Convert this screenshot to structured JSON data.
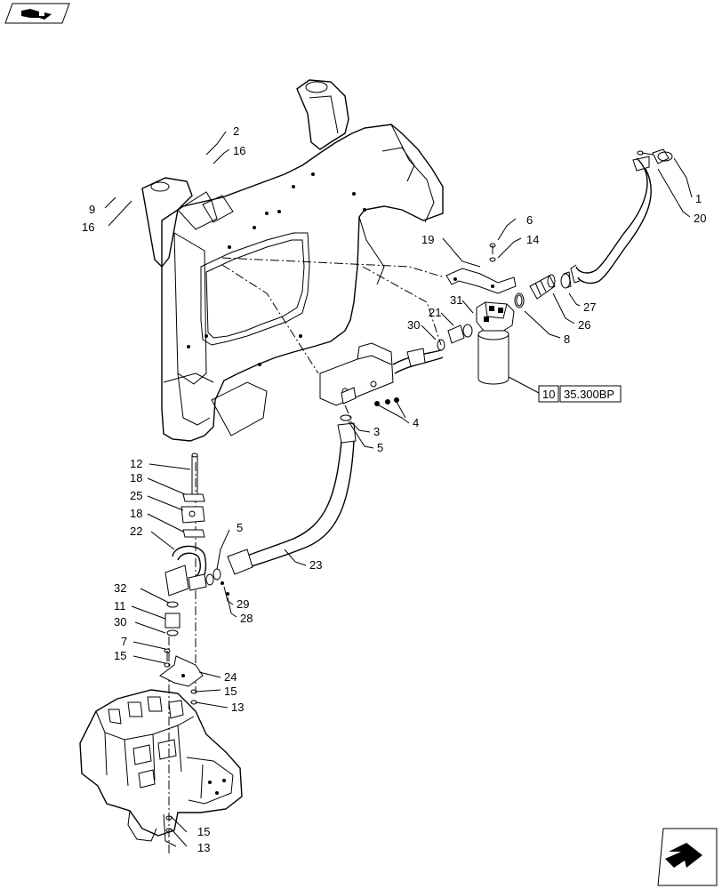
{
  "diagram": {
    "callouts": [
      {
        "id": "c1",
        "label": "1"
      },
      {
        "id": "c20",
        "label": "20"
      },
      {
        "id": "c2",
        "label": "2"
      },
      {
        "id": "c16a",
        "label": "16"
      },
      {
        "id": "c9",
        "label": "9"
      },
      {
        "id": "c16b",
        "label": "16"
      },
      {
        "id": "c6",
        "label": "6"
      },
      {
        "id": "c14",
        "label": "14"
      },
      {
        "id": "c19",
        "label": "19"
      },
      {
        "id": "c27",
        "label": "27"
      },
      {
        "id": "c26",
        "label": "26"
      },
      {
        "id": "c8",
        "label": "8"
      },
      {
        "id": "c31",
        "label": "31"
      },
      {
        "id": "c21",
        "label": "21"
      },
      {
        "id": "c30a",
        "label": "30"
      },
      {
        "id": "c3",
        "label": "3"
      },
      {
        "id": "c4",
        "label": "4"
      },
      {
        "id": "c5a",
        "label": "5"
      },
      {
        "id": "c12",
        "label": "12"
      },
      {
        "id": "c18a",
        "label": "18"
      },
      {
        "id": "c25",
        "label": "25"
      },
      {
        "id": "c18b",
        "label": "18"
      },
      {
        "id": "c22",
        "label": "22"
      },
      {
        "id": "c5b",
        "label": "5"
      },
      {
        "id": "c23",
        "label": "23"
      },
      {
        "id": "c32",
        "label": "32"
      },
      {
        "id": "c11",
        "label": "11"
      },
      {
        "id": "c30b",
        "label": "30"
      },
      {
        "id": "c29",
        "label": "29"
      },
      {
        "id": "c28",
        "label": "28"
      },
      {
        "id": "c7",
        "label": "7"
      },
      {
        "id": "c15a",
        "label": "15"
      },
      {
        "id": "c24",
        "label": "24"
      },
      {
        "id": "c15b",
        "label": "15"
      },
      {
        "id": "c13a",
        "label": "13"
      },
      {
        "id": "c15c",
        "label": "15"
      },
      {
        "id": "c13b",
        "label": "13"
      }
    ],
    "reference": {
      "box_number": "10",
      "box_code": "35.300BP"
    }
  },
  "nav": {
    "top_icon": "book-arrow-icon",
    "bottom_icon": "next-page-arrow-icon"
  }
}
